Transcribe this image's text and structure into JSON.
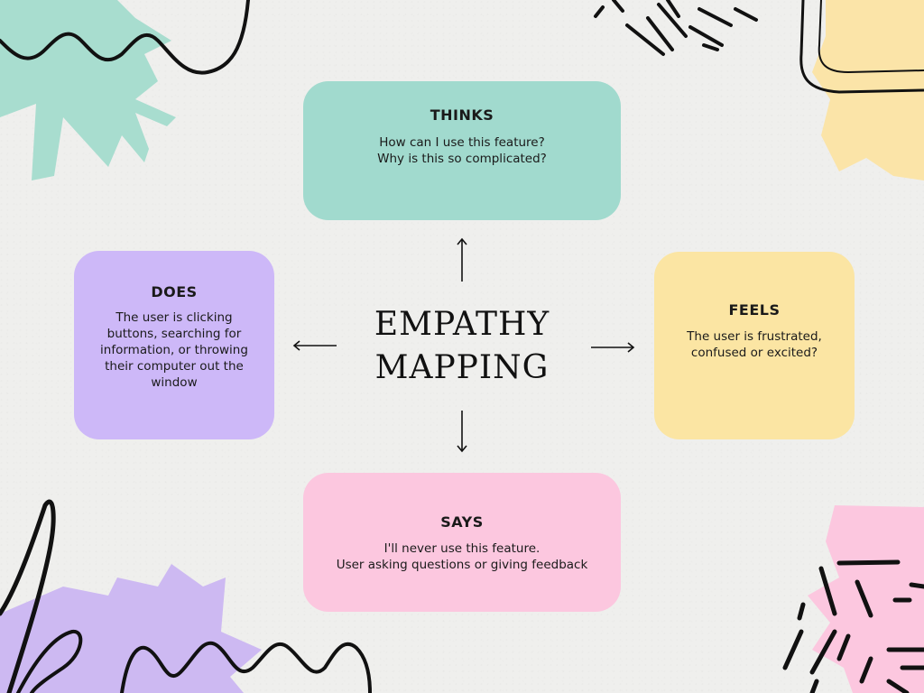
{
  "diagram": {
    "title_line1": "EMPATHY",
    "title_line2": "MAPPING",
    "quadrants": {
      "thinks": {
        "heading": "THINKS",
        "text": "How can I use this feature?\nWhy is this so complicated?"
      },
      "does": {
        "heading": "DOES",
        "text": "The user is clicking\nbuttons, searching for\ninformation, or throwing\ntheir computer out the\nwindow"
      },
      "feels": {
        "heading": "FEELS",
        "text": "The user is frustrated,\nconfused or excited?"
      },
      "says": {
        "heading": "SAYS",
        "text": "I'll never use this feature.\nUser asking questions or giving feedback"
      }
    }
  },
  "colors": {
    "background": "#efefed",
    "thinks": "#a1dace",
    "does": "#cdb8f8",
    "feels": "#fbe5a3",
    "says": "#fcc7df",
    "ink": "#111111"
  }
}
